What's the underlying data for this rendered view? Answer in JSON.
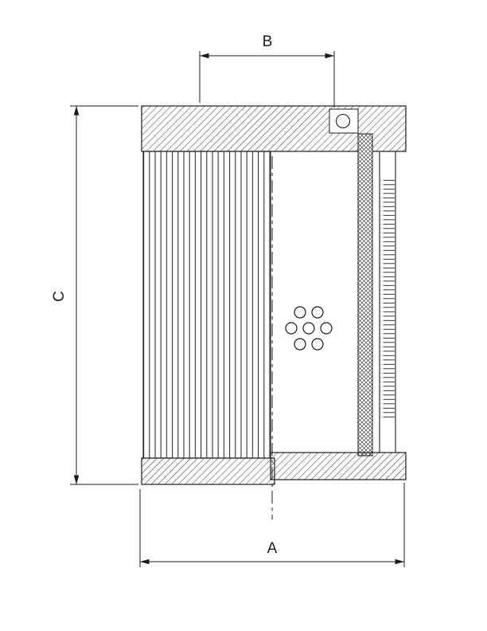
{
  "page": {
    "background_color": "#ffffff",
    "line_color": "#1c1c1c"
  },
  "drawing": {
    "kind": "filter-element-cross-section",
    "labels": {
      "a": "A",
      "b": "B",
      "c": "C"
    },
    "perforation_hole_count": 7
  }
}
